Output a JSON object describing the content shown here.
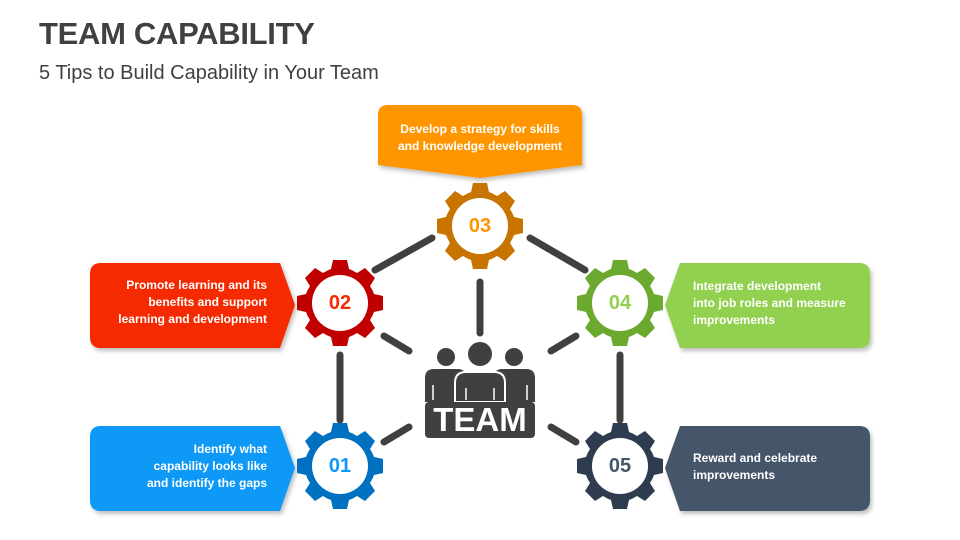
{
  "header": {
    "title": "TEAM CAPABILITY",
    "subtitle": "5 Tips to Build Capability in Your Team"
  },
  "center": {
    "label": "TEAM",
    "icon": "team-people-icon",
    "color": "#404040"
  },
  "steps": [
    {
      "number": "01",
      "text_lines": [
        "Identify what",
        "capability looks like",
        "and identify the gaps"
      ],
      "box_color": "#0D99F5",
      "gear_color": "#0070C0",
      "number_color": "#0D99F5"
    },
    {
      "number": "02",
      "text_lines": [
        "Promote learning and its",
        "benefits and support",
        "learning and development"
      ],
      "box_color": "#F52A00",
      "gear_color": "#C00000",
      "number_color": "#F52A00"
    },
    {
      "number": "03",
      "text_lines": [
        "Develop a strategy for skills",
        "and knowledge development"
      ],
      "box_color": "#FF9600",
      "gear_color": "#C87400",
      "number_color": "#FF9600"
    },
    {
      "number": "04",
      "text_lines": [
        "Integrate development",
        "into job roles and measure",
        "improvements"
      ],
      "box_color": "#92D050",
      "gear_color": "#6BAA2E",
      "number_color": "#92D050"
    },
    {
      "number": "05",
      "text_lines": [
        "Reward and celebrate",
        "improvements"
      ],
      "box_color": "#44546A",
      "gear_color": "#2F3C4F",
      "number_color": "#44546A"
    }
  ],
  "connector_color": "#404040"
}
